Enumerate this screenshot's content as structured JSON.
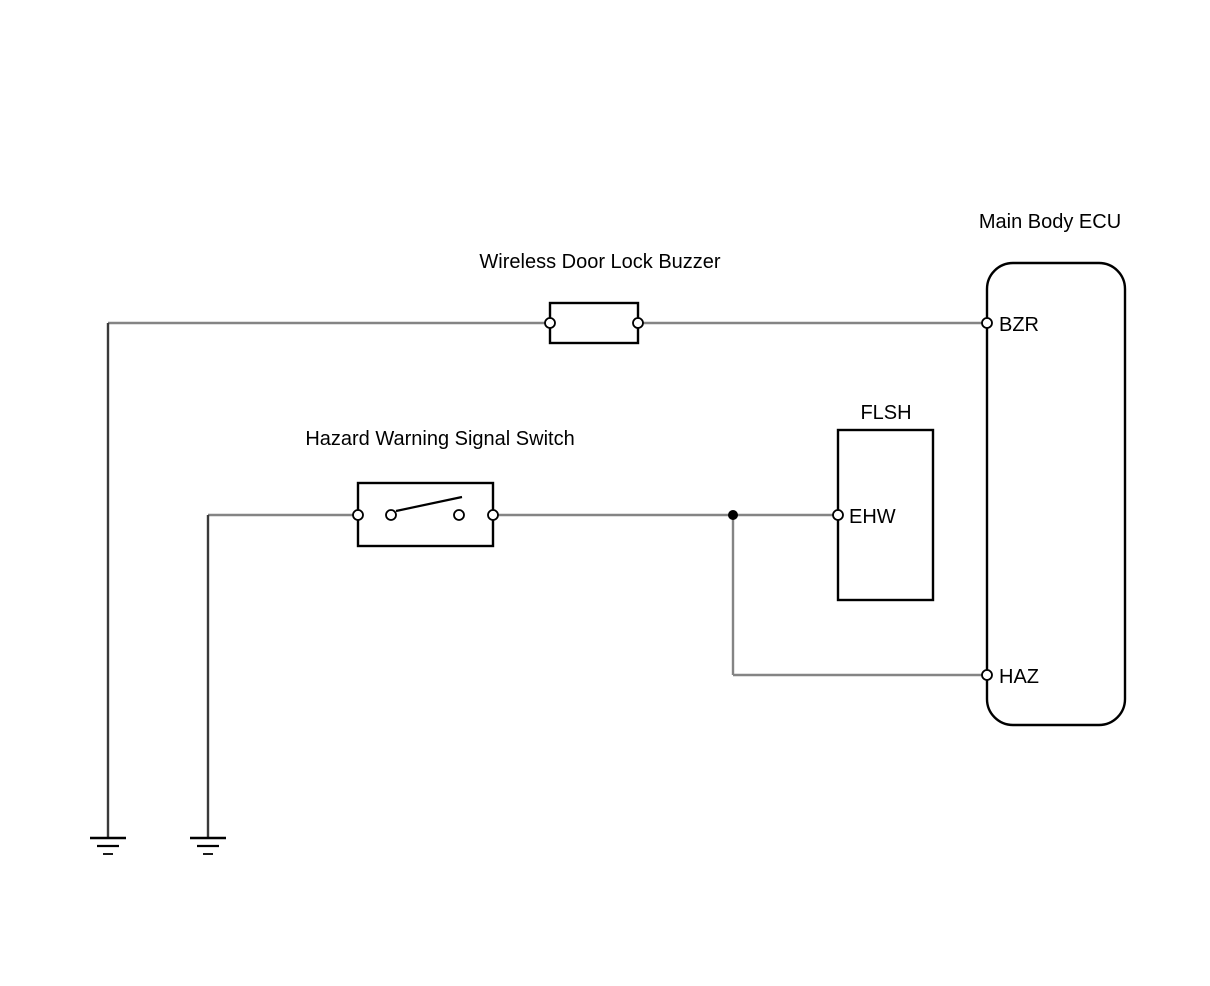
{
  "diagram": {
    "type": "wiring-schematic",
    "labels": {
      "ecu": "Main Body ECU",
      "buzzer": "Wireless Door Lock Buzzer",
      "switch": "Hazard Warning Signal Switch",
      "flasher": "FLSH"
    },
    "terminals": {
      "bzr": "BZR",
      "ehw": "EHW",
      "haz": "HAZ"
    },
    "colors": {
      "background": "#ffffff",
      "wire": "#848484",
      "component_outline": "#000000",
      "text": "#000000"
    }
  }
}
